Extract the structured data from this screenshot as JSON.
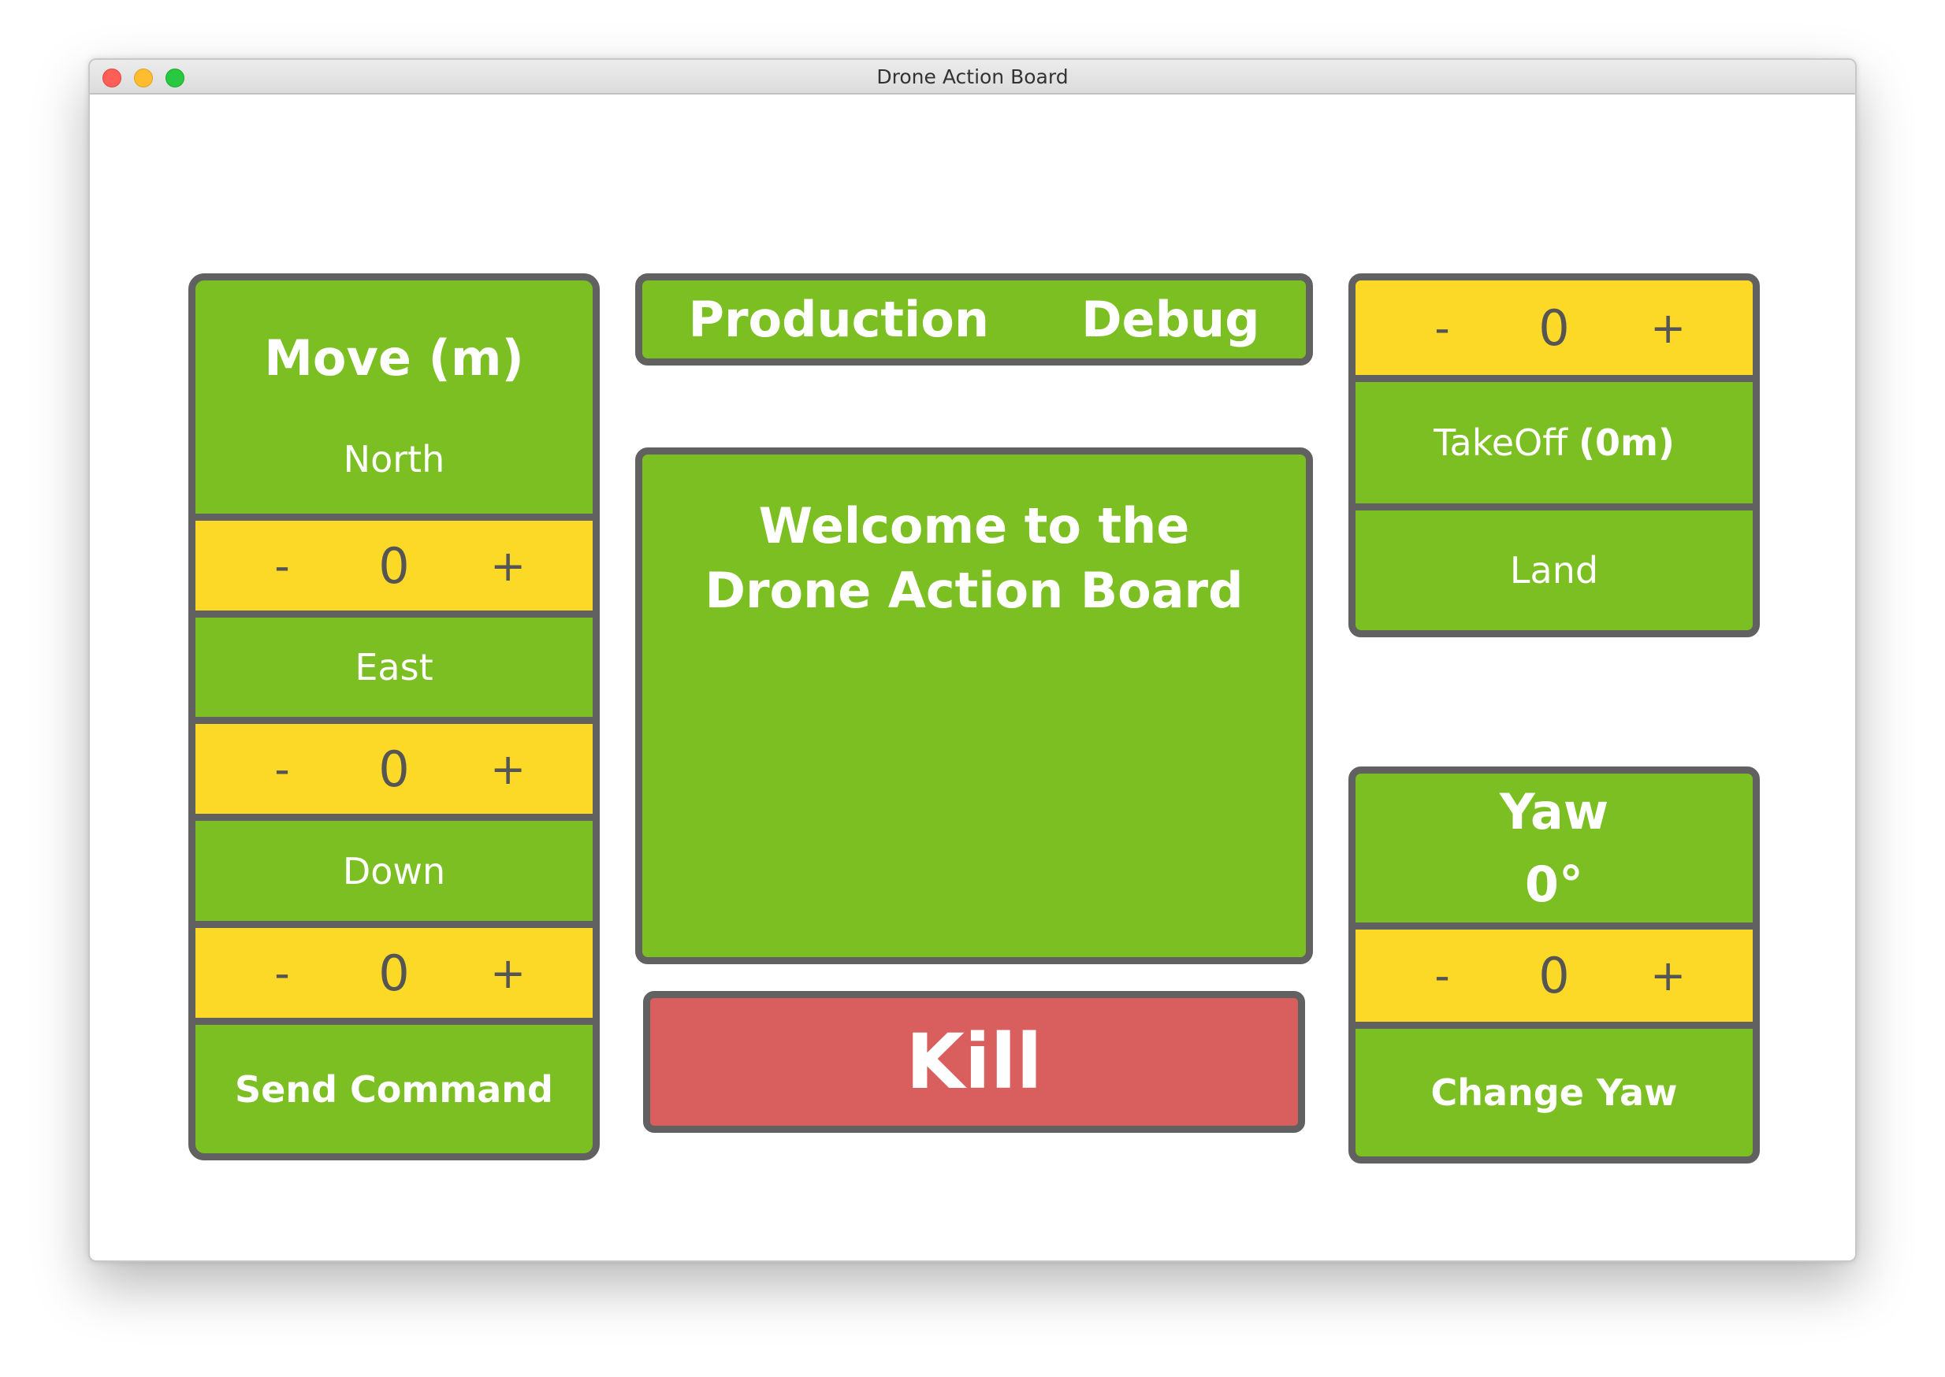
{
  "window": {
    "title": "Drone Action Board"
  },
  "move": {
    "title": "Move (m)",
    "north": {
      "label": "North",
      "value": "0"
    },
    "east": {
      "label": "East",
      "value": "0"
    },
    "down": {
      "label": "Down",
      "value": "0"
    },
    "send_label": "Send Command"
  },
  "stepper": {
    "minus": "-",
    "plus": "+"
  },
  "modes": {
    "production": "Production",
    "debug": "Debug"
  },
  "status": {
    "message": "Welcome to the Drone Action Board"
  },
  "kill_label": "Kill",
  "takeoff": {
    "value": "0",
    "label": "TakeOff",
    "amount": "(0m)",
    "land_label": "Land"
  },
  "yaw": {
    "title": "Yaw",
    "current": "0°",
    "value": "0",
    "change_label": "Change Yaw"
  },
  "colors": {
    "panel_green": "#7bbf22",
    "stepper_yellow": "#fcd827",
    "kill_red": "#d95e5e",
    "border_gray": "#616161"
  }
}
